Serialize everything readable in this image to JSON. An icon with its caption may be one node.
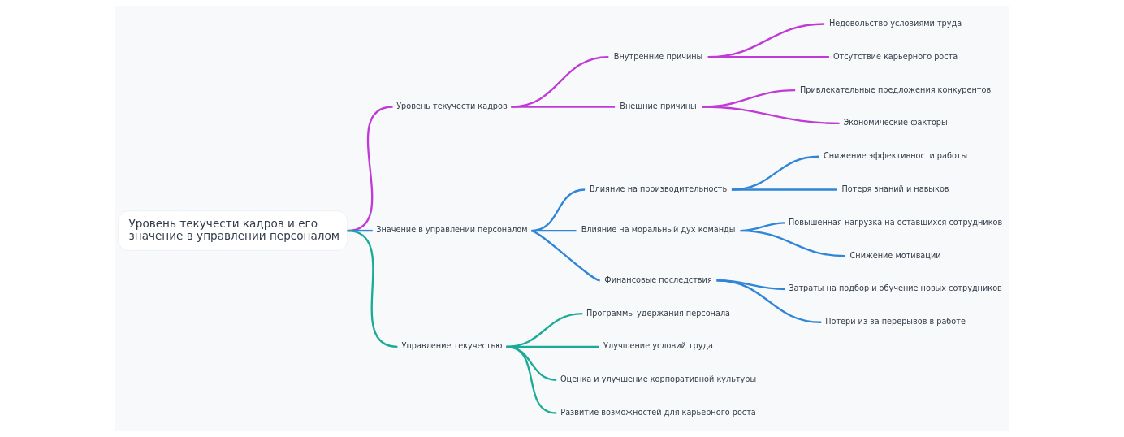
{
  "diagram": {
    "nodes": [
      {
        "text": [
          "Уровень текучести кадров и его значение в управлении персоналом"
        ]
      },
      {
        "text": [
          "Уровень текучести кадров"
        ]
      },
      {
        "text": [
          "Внутренние причины"
        ]
      },
      {
        "text": [
          "Недовольство условиями труда"
        ]
      },
      {
        "text": [
          "Отсутствие карьерного роста"
        ]
      },
      {
        "text": [
          "Внешние причины"
        ]
      },
      {
        "text": [
          "Привлекательные предложения конкурентов"
        ]
      },
      {
        "text": [
          "Экономические факторы"
        ]
      },
      {
        "text": [
          "Значение в управлении персоналом"
        ]
      },
      {
        "text": [
          "Влияние на производительность"
        ]
      },
      {
        "text": [
          "Снижение эффективности работы"
        ]
      },
      {
        "text": [
          "Потеря знаний и навыков"
        ]
      },
      {
        "text": [
          "Влияние на моральный дух команды"
        ]
      },
      {
        "text": [
          "Повышенная нагрузка на оставшихся сотрудников"
        ]
      },
      {
        "text": [
          "Снижение мотивации"
        ]
      },
      {
        "text": [
          "Финансовые последствия"
        ]
      },
      {
        "text": [
          "Затраты на подбор и обучение новых сотрудников"
        ]
      },
      {
        "text": [
          "Потери из-за перерывов в работе"
        ]
      },
      {
        "text": [
          "Управление текучестью"
        ]
      },
      {
        "text": [
          "Программы удержания персонала"
        ]
      },
      {
        "text": [
          "Улучшение условий труда"
        ]
      },
      {
        "text": [
          "Оценка и улучшение корпоративной культуры"
        ]
      },
      {
        "text": [
          "Развитие возможностей для карьерного роста"
        ]
      }
    ],
    "edges": [
      {
        "from": 0,
        "to": 1,
        "arrow": "none",
        "color": "#c03ad6"
      },
      {
        "from": 1,
        "to": 2,
        "arrow": "none",
        "color": "#c03ad6"
      },
      {
        "from": 2,
        "to": 3,
        "arrow": "none",
        "color": "#c03ad6"
      },
      {
        "from": 2,
        "to": 4,
        "arrow": "none",
        "color": "#c03ad6"
      },
      {
        "from": 1,
        "to": 5,
        "arrow": "none",
        "color": "#c03ad6"
      },
      {
        "from": 5,
        "to": 6,
        "arrow": "none",
        "color": "#c03ad6"
      },
      {
        "from": 5,
        "to": 7,
        "arrow": "none",
        "color": "#c03ad6"
      },
      {
        "from": 0,
        "to": 8,
        "arrow": "none"
      },
      {
        "from": 8,
        "to": 9,
        "arrow": "none"
      },
      {
        "from": 9,
        "to": 10,
        "arrow": "none"
      },
      {
        "from": 9,
        "to": 11,
        "arrow": "none"
      },
      {
        "from": 8,
        "to": 12,
        "arrow": "none"
      },
      {
        "from": 12,
        "to": 13,
        "arrow": "none"
      },
      {
        "from": 12,
        "to": 14,
        "arrow": "none"
      },
      {
        "from": 8,
        "to": 15,
        "arrow": "none"
      },
      {
        "from": 15,
        "to": 16,
        "arrow": "none"
      },
      {
        "from": 15,
        "to": 17,
        "arrow": "none"
      },
      {
        "from": 0,
        "to": 18,
        "arrow": "none",
        "color": "#1aab98"
      },
      {
        "from": 18,
        "to": 19,
        "arrow": "none",
        "color": "#1aab98"
      },
      {
        "from": 18,
        "to": 20,
        "arrow": "none",
        "color": "#1aab98"
      },
      {
        "from": 18,
        "to": 21,
        "arrow": "none",
        "color": "#1aab98"
      },
      {
        "from": 18,
        "to": 22,
        "arrow": "none",
        "color": "#1aab98"
      }
    ]
  }
}
